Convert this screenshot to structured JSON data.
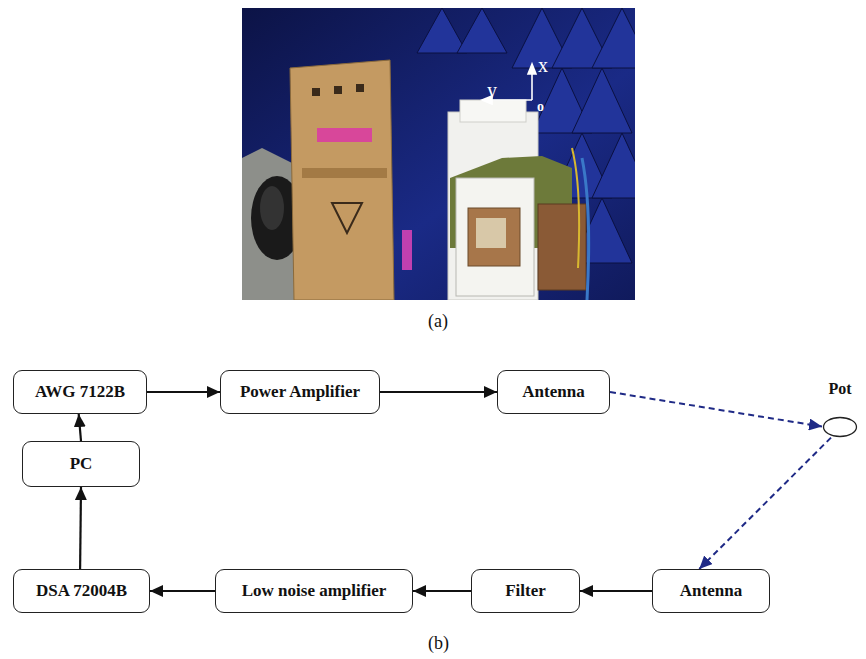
{
  "diagram": {
    "nodes": [
      {
        "text": [
          "AWG 7122B"
        ]
      },
      {
        "text": [
          "Power Amplifier"
        ]
      },
      {
        "text": [
          "Antenna"
        ]
      },
      {
        "text": [
          "Pot"
        ]
      },
      {
        "text": [
          "PC"
        ]
      },
      {
        "text": [
          "DSA 72004B"
        ]
      },
      {
        "text": [
          "Low noise amplifier"
        ]
      },
      {
        "text": [
          "Filter"
        ]
      },
      {
        "text": [
          "Antenna"
        ]
      }
    ],
    "edges": [
      {
        "from": 0,
        "to": 1,
        "arrow": "to"
      },
      {
        "from": 1,
        "to": 2,
        "arrow": "to"
      },
      {
        "from": 2,
        "to": 3,
        "arrow": "to"
      },
      {
        "from": 3,
        "to": 8,
        "arrow": "to"
      },
      {
        "from": 8,
        "to": 7,
        "arrow": "to"
      },
      {
        "from": 7,
        "to": 6,
        "arrow": "to"
      },
      {
        "from": 6,
        "to": 5,
        "arrow": "to"
      },
      {
        "from": 5,
        "to": 4,
        "arrow": "to"
      },
      {
        "from": 4,
        "to": 0,
        "arrow": "to"
      }
    ],
    "labels": [
      "(a)",
      "y",
      "x",
      "o",
      "(b)"
    ]
  }
}
